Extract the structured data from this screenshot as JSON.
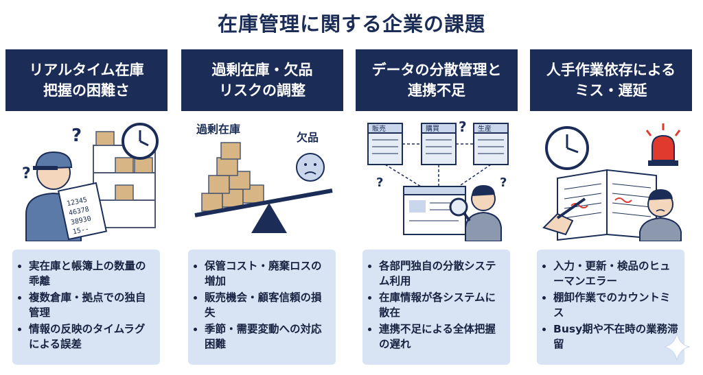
{
  "title": "在庫管理に関する企業の課題",
  "columns": [
    {
      "header_lines": [
        "リアルタイム在庫",
        "把握の困難さ"
      ],
      "illustration_labels": [
        "12345",
        "46378",
        "38930",
        "15--"
      ],
      "bullets": [
        "実在庫と帳簿上の数量の乖離",
        "複数倉庫・拠点での独自管理",
        "情報の反映のタイムラグによる誤差"
      ]
    },
    {
      "header_lines": [
        "過剰在庫・欠品",
        "リスクの調整"
      ],
      "illustration_labels": [
        "過剰在庫",
        "欠品"
      ],
      "bullets": [
        "保管コスト・廃棄ロスの増加",
        "販売機会・顧客信頼の損失",
        "季節・需要変動への対応困難"
      ]
    },
    {
      "header_lines": [
        "データの分散管理と",
        "連携不足"
      ],
      "illustration_labels": [
        "販売",
        "購買",
        "生産"
      ],
      "bullets": [
        "各部門独自の分散システム利用",
        "在庫情報が各システムに散在",
        "連携不足による全体把握の遅れ"
      ]
    },
    {
      "header_lines": [
        "人手作業依存による",
        "ミス・遅延"
      ],
      "illustration_labels": [],
      "bullets": [
        "入力・更新・検品のヒューマンエラー",
        "棚卸作業でのカウントミス",
        "Busy期や不在時の業務滞留"
      ]
    }
  ],
  "colors": {
    "header": "#1b2d57",
    "box": "#d8e3f4",
    "alert": "#e03a2f"
  },
  "icons": [
    "clock-icon",
    "question-mark-icon",
    "worried-face-icon",
    "magnifier-icon",
    "alarm-light-icon",
    "sparkle-icon"
  ]
}
